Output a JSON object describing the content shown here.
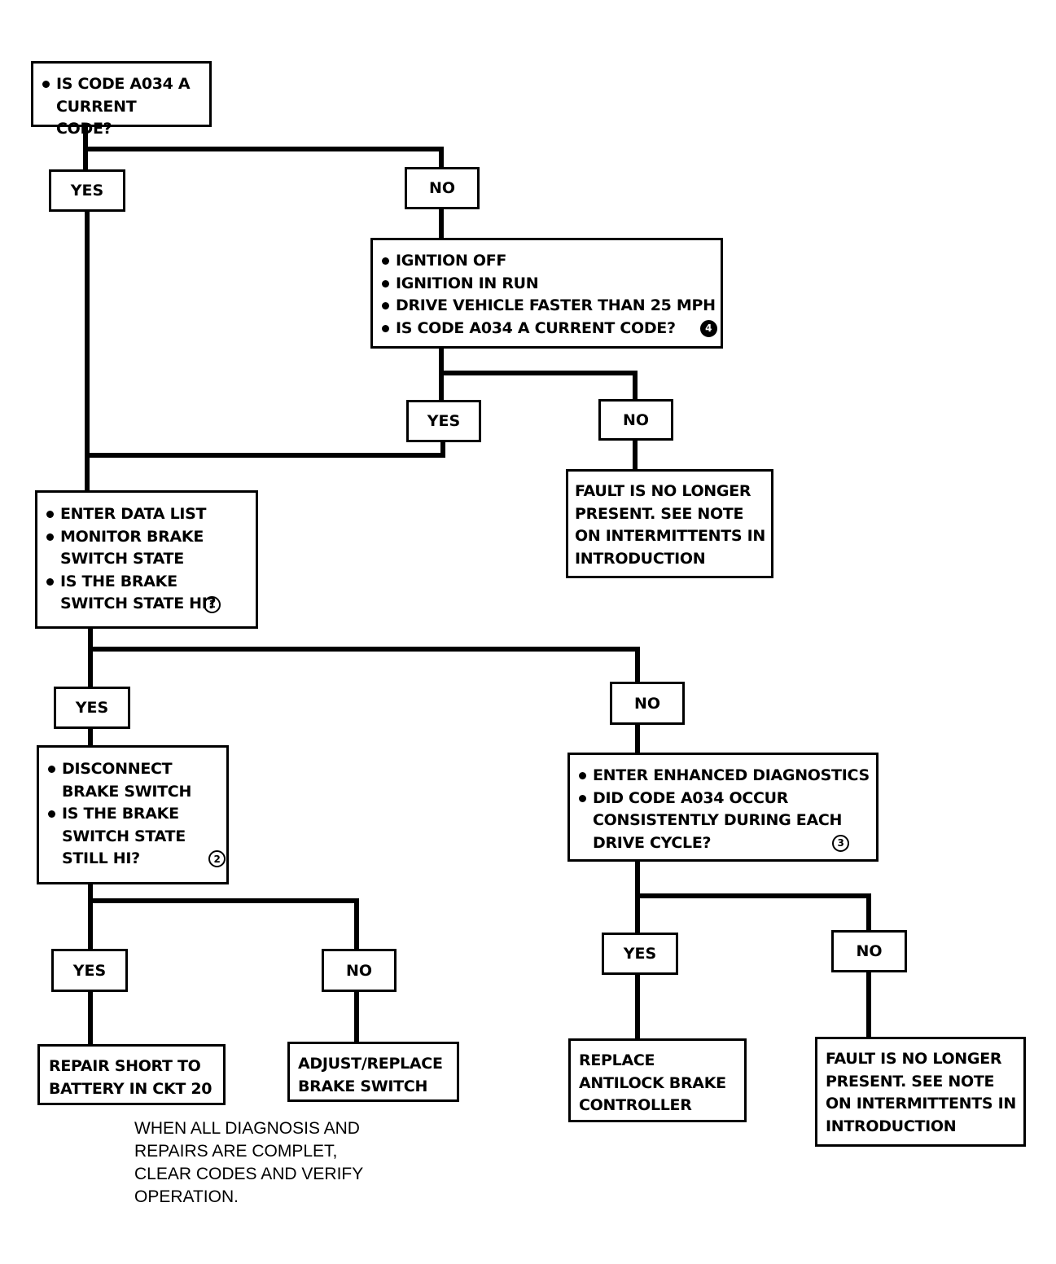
{
  "nodes": {
    "q1": {
      "items": [
        "IS CODE A034 A CURRENT CODE?"
      ]
    },
    "ign": {
      "items": [
        "IGNTION OFF",
        "IGNITION IN RUN",
        "DRIVE VEHICLE FASTER THAN 25 MPH",
        "IS CODE A034 A CURRENT CODE?"
      ],
      "ref": "4"
    },
    "fault1": {
      "lines": [
        "FAULT IS NO LONGER",
        "PRESENT. SEE NOTE",
        "ON INTERMITTENTS IN",
        "INTRODUCTION"
      ]
    },
    "data": {
      "items": [
        "ENTER DATA LIST",
        "MONITOR BRAKE SWITCH STATE",
        "IS THE BRAKE SWITCH STATE HI?"
      ],
      "ref": "1"
    },
    "disc": {
      "items": [
        "DISCONNECT BRAKE SWITCH",
        "IS THE BRAKE SWITCH STATE STILL HI?"
      ],
      "ref": "2"
    },
    "enh": {
      "items": [
        "ENTER ENHANCED DIAGNOSTICS",
        "DID CODE A034 OCCUR CONSISTENTLY DURING EACH DRIVE CYCLE?"
      ],
      "ref": "3"
    },
    "repair": {
      "lines": [
        "REPAIR SHORT TO",
        "BATTERY IN CKT 20"
      ]
    },
    "adjust": {
      "lines": [
        "ADJUST/REPLACE",
        "BRAKE SWITCH"
      ]
    },
    "replace": {
      "lines": [
        "REPLACE",
        "ANTILOCK BRAKE",
        "CONTROLLER"
      ]
    },
    "fault2": {
      "lines": [
        "FAULT IS NO LONGER",
        "PRESENT. SEE NOTE",
        "ON INTERMITTENTS IN",
        "INTRODUCTION"
      ]
    }
  },
  "labels": {
    "yes": "YES",
    "no": "NO"
  },
  "footnote": [
    "WHEN ALL DIAGNOSIS AND",
    "REPAIRS ARE COMPLET,",
    "CLEAR CODES AND VERIFY",
    "OPERATION."
  ]
}
